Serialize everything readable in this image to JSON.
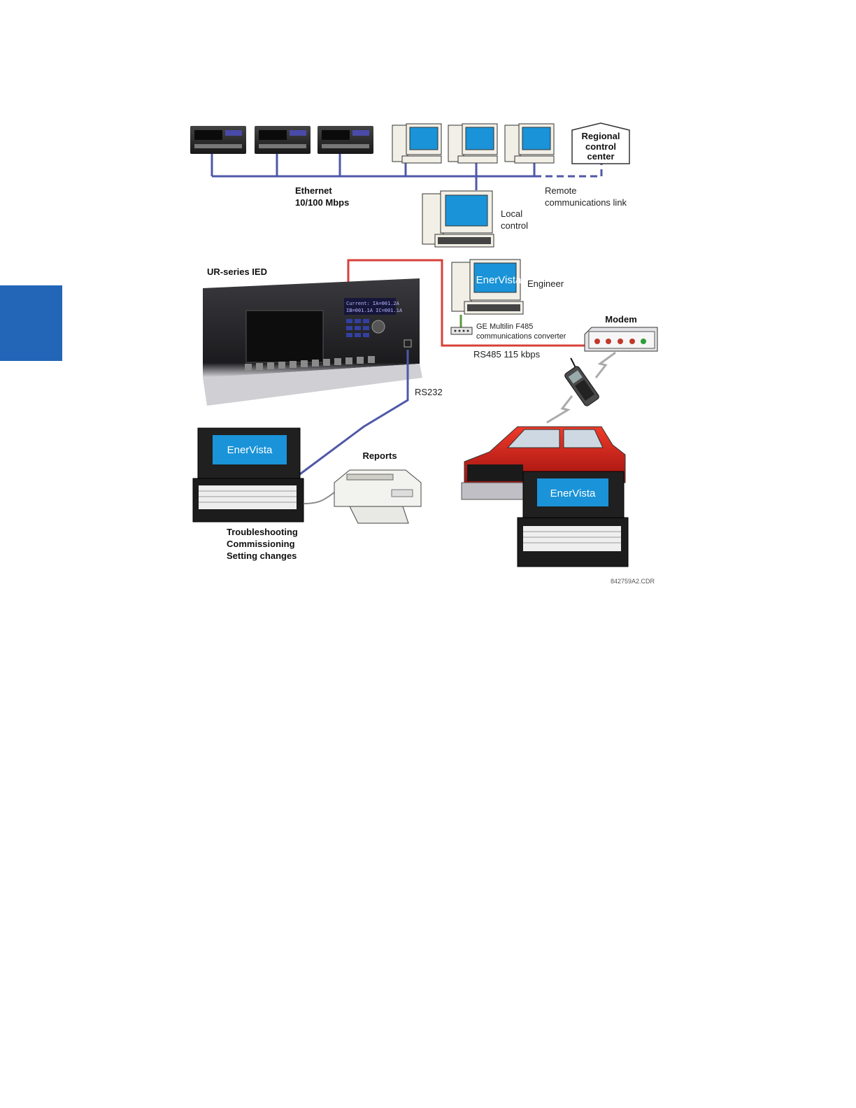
{
  "labels": {
    "ethernet_line1": "Ethernet",
    "ethernet_line2": "10/100 Mbps",
    "regional_line1": "Regional",
    "regional_line2": "control",
    "regional_line3": "center",
    "remote_line1": "Remote",
    "remote_line2": "communications link",
    "local_line1": "Local",
    "local_line2": "control",
    "ur_ied": "UR-series IED",
    "engineer": "Engineer",
    "f485_line1": "GE Multilin F485",
    "f485_line2": "communications converter",
    "modem": "Modem",
    "rs485": "RS485 115 kbps",
    "rs232": "RS232",
    "reports": "Reports",
    "tasks_line1": "Troubleshooting",
    "tasks_line2": "Commissioning",
    "tasks_line3": "Setting changes",
    "figure_code": "842759A2.CDR"
  },
  "screens": {
    "brand": "EnerVista"
  },
  "ied_display": {
    "line1": "Current:  IA=001.2A",
    "line2": "IB=001.1A  IC=001.1A"
  },
  "colors": {
    "ethernet_link": "#4f58a8",
    "rs485_link": "#d8413a",
    "rs232_link": "#4f58a8",
    "screen": "#1a93d8",
    "side_tab": "#2366b8"
  }
}
